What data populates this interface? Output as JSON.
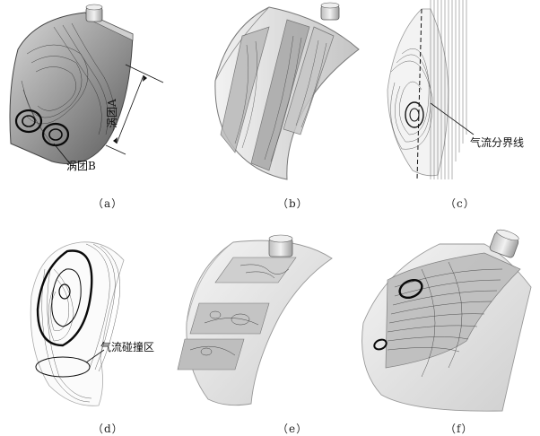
{
  "panels": [
    {
      "id": "a",
      "label": "（a）"
    },
    {
      "id": "b",
      "label": "（b）"
    },
    {
      "id": "c",
      "label": "（c）"
    },
    {
      "id": "d",
      "label": "（d）"
    },
    {
      "id": "e",
      "label": "（e）"
    },
    {
      "id": "f",
      "label": "（f）"
    }
  ],
  "annotations": {
    "vortex_a": "涡团A",
    "vortex_b": "涡团B",
    "airflow_boundary": "气流分界线",
    "airflow_collision_zone": "气流碰撞区"
  },
  "colors": {
    "surface_light": "#e6e6e6",
    "surface_mid": "#c8c8c8",
    "surface_dark": "#8a8a8a",
    "streamline": "#3a3a3a",
    "vortex_core": "#111111"
  }
}
